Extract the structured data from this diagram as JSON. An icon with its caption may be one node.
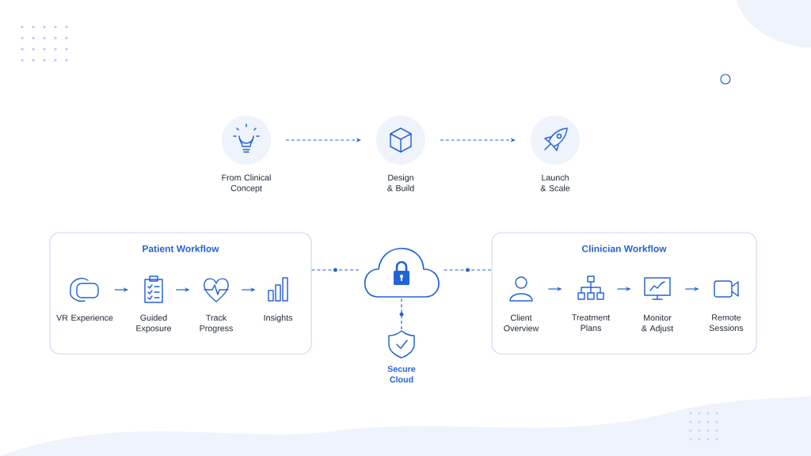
{
  "diagram": {
    "nodes": [
      {
        "text": [
          "From Clinical Concept"
        ]
      },
      {
        "text": [
          "Design & Build"
        ]
      },
      {
        "text": [
          "Launch & Scale"
        ]
      },
      {
        "text": [
          "Patient Workflow"
        ]
      },
      {
        "text": [
          "VR Experience"
        ],
        "in": 3
      },
      {
        "text": [
          "Guided Exposure"
        ],
        "in": 3
      },
      {
        "text": [
          "Track Progress"
        ],
        "in": 3
      },
      {
        "text": [
          "Insights"
        ],
        "in": 3
      },
      {
        "text": [],
        "shape": "cloud"
      },
      {
        "text": [
          "Secure Cloud"
        ]
      },
      {
        "text": [
          "Clinician Workflow"
        ]
      },
      {
        "text": [
          "Client Overview"
        ],
        "in": 10
      },
      {
        "text": [
          "Treatment Plans"
        ],
        "in": 10
      },
      {
        "text": [
          "Monitor & Adjust"
        ],
        "in": 10
      },
      {
        "text": [
          "Remote Sessions"
        ],
        "in": 10
      }
    ],
    "edges": [
      {
        "from": 0,
        "to": 1,
        "arrow": "to",
        "style": "dashed"
      },
      {
        "from": 1,
        "to": 2,
        "arrow": "to",
        "style": "dashed"
      },
      {
        "from": 4,
        "to": 5,
        "arrow": "to"
      },
      {
        "from": 5,
        "to": 6,
        "arrow": "to"
      },
      {
        "from": 6,
        "to": 7,
        "arrow": "to"
      },
      {
        "from": 11,
        "to": 12,
        "arrow": "to"
      },
      {
        "from": 12,
        "to": 13,
        "arrow": "to"
      },
      {
        "from": 13,
        "to": 14,
        "arrow": "to"
      },
      {
        "from": 3,
        "to": 8,
        "arrow": "none",
        "style": "dashed"
      },
      {
        "from": 8,
        "to": 10,
        "arrow": "none",
        "style": "dashed"
      },
      {
        "from": 8,
        "to": 9,
        "arrow": "none",
        "style": "dashed"
      }
    ]
  }
}
